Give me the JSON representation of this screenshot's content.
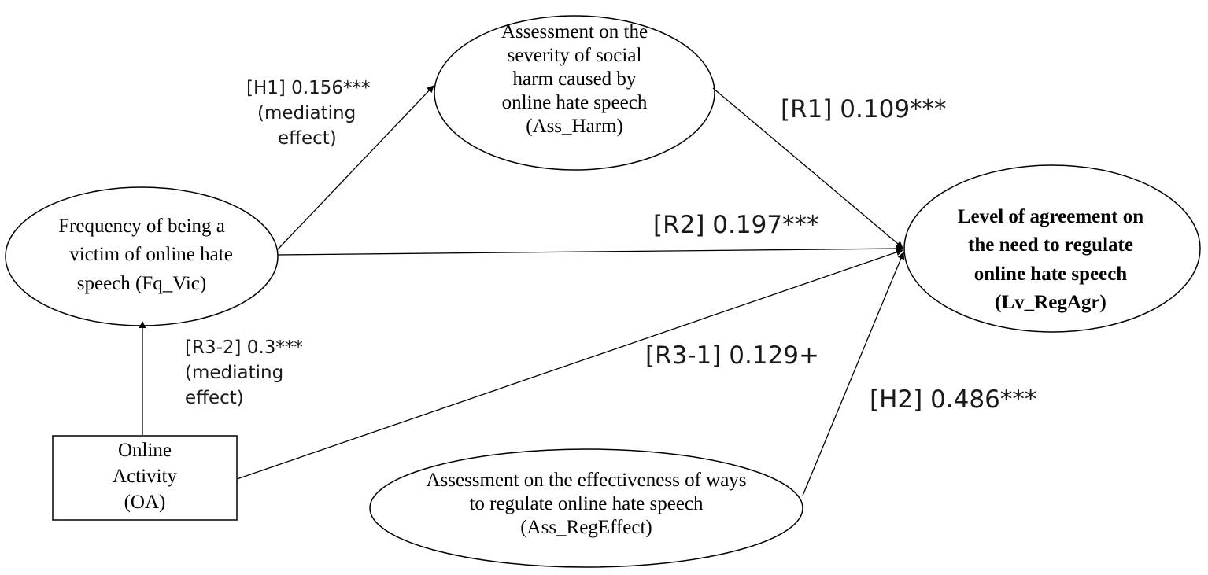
{
  "nodes": {
    "ass_harm": [
      "Assessment on the",
      "severity of social",
      "harm caused by",
      "online hate speech",
      "(Ass_Harm)"
    ],
    "fq_vic": [
      "Frequency of being a",
      "victim of online hate",
      "speech (Fq_Vic)"
    ],
    "lv_regagr": [
      "Level of agreement on",
      "the need to regulate",
      "online hate speech",
      "(Lv_RegAgr)"
    ],
    "online_activity": [
      "Online",
      "Activity",
      "(OA)"
    ],
    "ass_regeffect": [
      "Assessment on the effectiveness of ways",
      "to regulate online hate speech",
      "(Ass_RegEffect)"
    ]
  },
  "edges": {
    "h1": [
      "[H1] 0.156***",
      "(mediating",
      "effect)"
    ],
    "r1": "[R1] 0.109***",
    "r2": "[R2] 0.197***",
    "r3_2": [
      "[R3-2] 0.3***",
      "(mediating",
      "effect)"
    ],
    "r3_1": "[R3-1] 0.129+",
    "h2": "[H2] 0.486***"
  }
}
